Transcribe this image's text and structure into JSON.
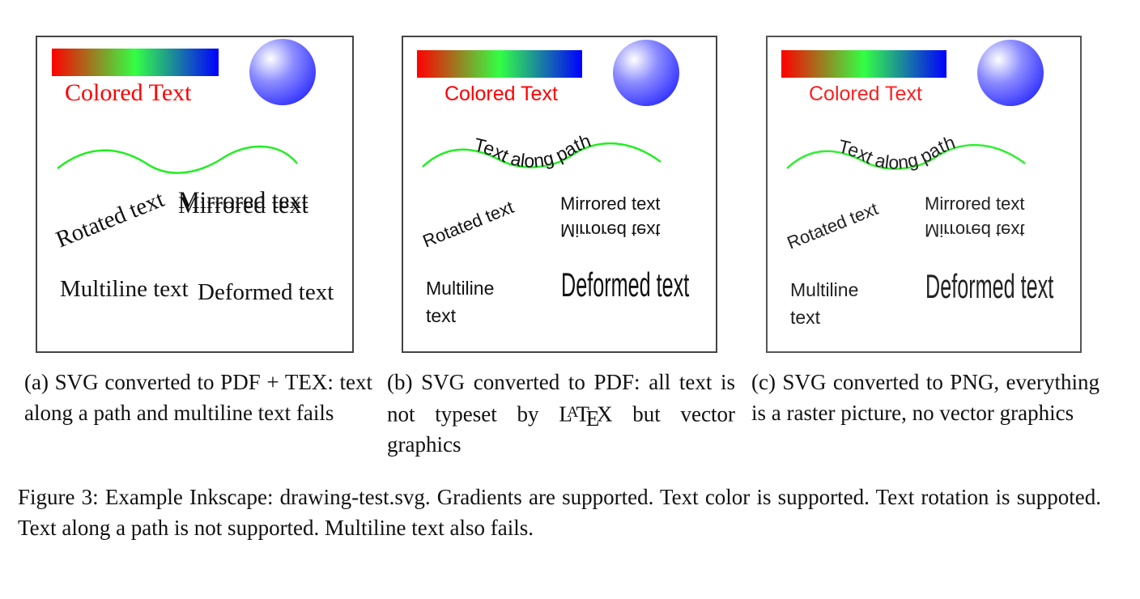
{
  "subfigures": [
    {
      "id": "a",
      "colored_text": "Colored Text",
      "rotated_text": "Rotated text",
      "mirrored_text": "Mirrored text",
      "multiline_text": "Multiline text",
      "deformed_text": "Deformed text",
      "caption": "(a) SVG converted to PDF + TEX: text along a path and multiline text fails"
    },
    {
      "id": "b",
      "colored_text": "Colored Text",
      "path_text": "Text along path",
      "rotated_text": "Rotated text",
      "mirrored_text": "Mirrored text",
      "multiline_line1": "Multiline",
      "multiline_line2": "text",
      "deformed_text": "Deformed text",
      "caption_before": "(b) SVG converted to PDF: all text is not typeset by ",
      "latex_l": "L",
      "latex_a": "A",
      "latex_t": "T",
      "latex_e": "E",
      "latex_x": "X",
      "caption_after": " but vector graphics"
    },
    {
      "id": "c",
      "colored_text": "Colored Text",
      "path_text": "Text along path",
      "rotated_text": "Rotated text",
      "mirrored_text": "Mirrored text",
      "multiline_line1": "Multiline",
      "multiline_line2": "text",
      "deformed_text": "Deformed text",
      "caption": "(c) SVG converted to PNG, everything is a raster picture, no vector graphics"
    }
  ],
  "colors": {
    "text_red": "#ff0000",
    "curve_green": "#22ee22",
    "gradient": [
      "#ff0000",
      "#33ff44",
      "#0000ff"
    ],
    "sphere_highlight": "#ffffff",
    "sphere_mid": "#8c8cff",
    "sphere_edge": "#3232ff"
  },
  "figure_caption": "Figure 3: Example Inkscape: drawing-test.svg. Gradients are supported. Text color is supported. Text rotation is suppoted. Text along a path is not supported. Multiline text also fails."
}
